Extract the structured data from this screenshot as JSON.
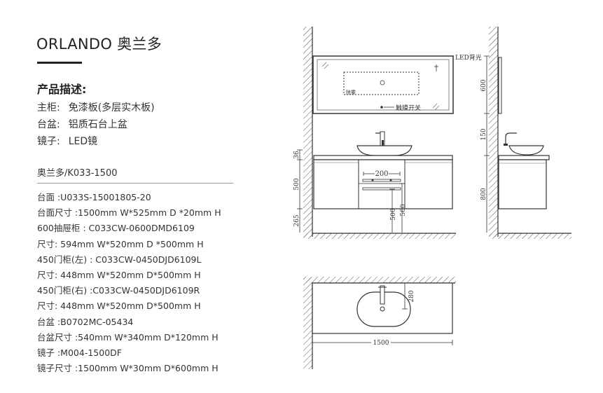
{
  "brand": {
    "title": "ORLANDO 奥兰多"
  },
  "description": {
    "heading": "产品描述:",
    "rows": [
      {
        "label": "主柜:",
        "value": "免漆板(多层实木板)"
      },
      {
        "label": "台盆:",
        "value": "铝质石台上盆"
      },
      {
        "label": "镜子:",
        "value": "LED镜"
      }
    ]
  },
  "model_line": "奥兰多/K033-1500",
  "specs": [
    "台面 :U033S-15001805-20",
    "台面尺寸 :1500mm W*525mm D *20mm H",
    "600抽屉柜 : C033CW-0600DMD6109",
    "尺寸: 594mm W*520mm D *500mm H",
    "450门柜(左) : C033CW-0450DJD6109L",
    "尺寸: 448mm W*520mm D*500mm H",
    "450门柜(右) :C033CW-0450DJD6109R",
    "尺寸: 448mm W*520mm D*500mm H",
    "台盆 :B0702MC-05434",
    "台盆尺寸 :540mm W*340mm D*120mm H",
    "镜子 :M004-1500DF",
    "镜子尺寸 :1500mm W*30mm D*600mm H"
  ],
  "drawing": {
    "front_labels": {
      "led_backlight": "LED背光",
      "defog": "除雾",
      "touch_switch": "触摸开关",
      "dim_36": "36",
      "dim_500": "500",
      "dim_265": "265",
      "dim_200": "200",
      "dim_500_a": "500",
      "dim_560": "560"
    },
    "side_labels": {
      "dim_600": "600",
      "dim_150": "150",
      "dim_800": "800"
    },
    "top_labels": {
      "dim_280": "280",
      "dim_1500": "1500"
    }
  }
}
